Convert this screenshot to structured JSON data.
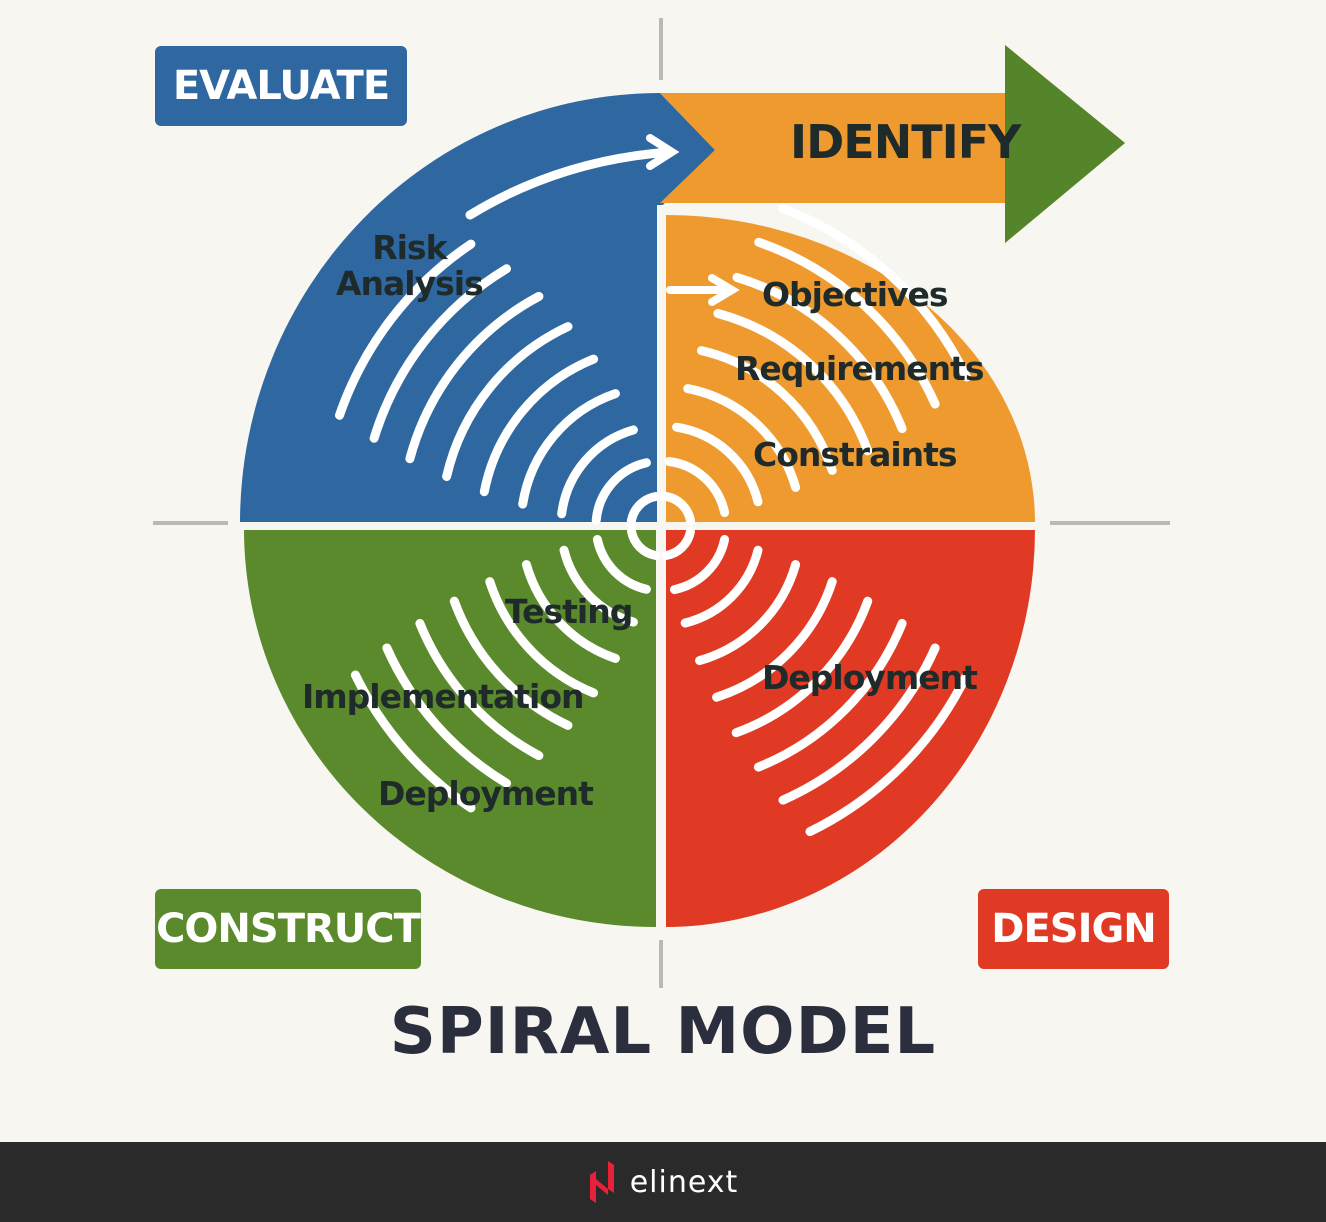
{
  "phases": {
    "evaluate": "EVALUATE",
    "identify": "IDENTIFY",
    "construct": "CONSTRUCT",
    "design": "DESIGN"
  },
  "labels": {
    "risk_analysis": "Risk\nAnalysis",
    "objectives": "Objectives",
    "requirements": "Requirements",
    "constraints": "Constraints",
    "testing": "Testing",
    "implementation": "Implementation",
    "deployment_construct": "Deployment",
    "deployment_design": "Deployment"
  },
  "title": "SPIRAL MODEL",
  "footer": {
    "brand": "elinext"
  },
  "colors": {
    "evaluate": "#2f67a0",
    "identify": "#ef9a2e",
    "design": "#e03a25",
    "construct": "#5a8a2c",
    "arrow_head": "#55852a"
  }
}
